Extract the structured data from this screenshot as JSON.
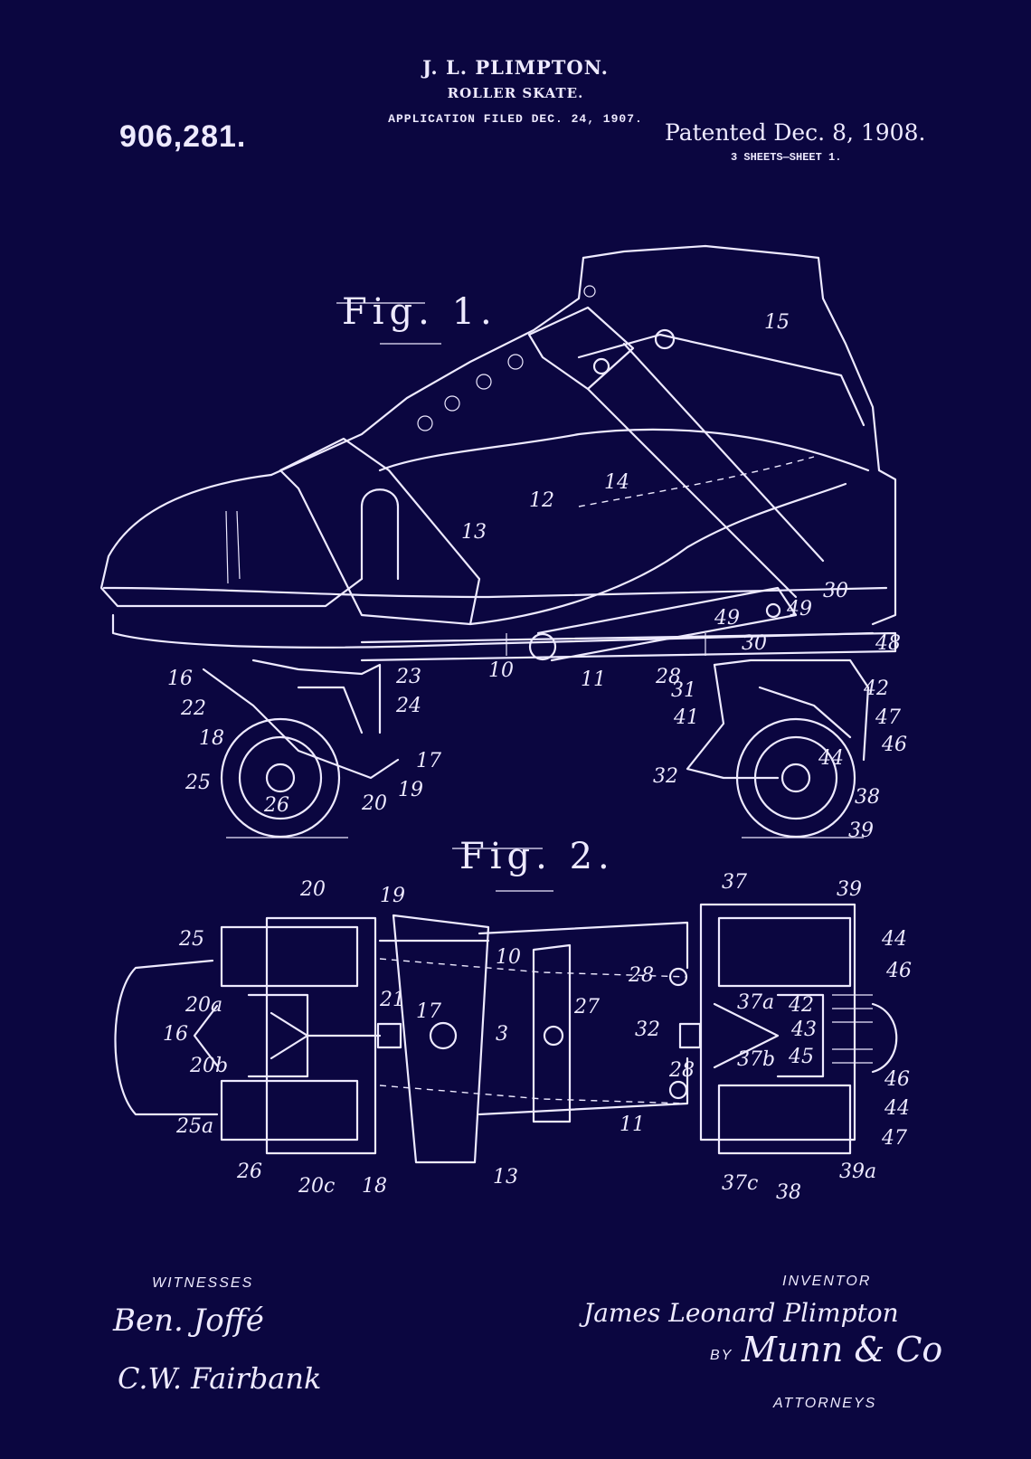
{
  "header": {
    "inventor_name": "J. L. PLIMPTON.",
    "invention_title": "ROLLER SKATE.",
    "application_line": "APPLICATION FILED DEC. 24, 1907.",
    "patent_number": "906,281.",
    "patented_date": "Patented Dec. 8, 1908.",
    "sheets": "3 SHEETS—SHEET 1."
  },
  "figures": {
    "fig1": {
      "caption": "Fig. 1.",
      "labels": [
        "15",
        "14",
        "12",
        "13",
        "10",
        "11",
        "28",
        "49",
        "49",
        "30",
        "30",
        "48",
        "16",
        "22",
        "18",
        "23",
        "24",
        "17",
        "19",
        "20",
        "25",
        "26",
        "31",
        "41",
        "42",
        "47",
        "46",
        "44",
        "32",
        "38",
        "39"
      ]
    },
    "fig2": {
      "caption": "Fig. 2.",
      "labels": [
        "20",
        "19",
        "25",
        "20a",
        "16",
        "20b",
        "21",
        "17",
        "10",
        "3",
        "27",
        "28",
        "32",
        "37",
        "39",
        "44",
        "46",
        "37a",
        "42",
        "43",
        "37b",
        "45",
        "28",
        "46",
        "44",
        "47",
        "11",
        "25a",
        "26",
        "20c",
        "18",
        "13",
        "37c",
        "38",
        "39a"
      ]
    }
  },
  "footer": {
    "witnesses_label": "WITNESSES",
    "inventor_label": "INVENTOR",
    "signature_inventor": "James Leonard Plimpton",
    "by_label": "BY",
    "signature_attorney": "Munn & Co",
    "attorneys_label": "ATTORNEYS",
    "witness_sig_1": "Ben. Joffé",
    "witness_sig_2": "C.W. Fairbank"
  }
}
